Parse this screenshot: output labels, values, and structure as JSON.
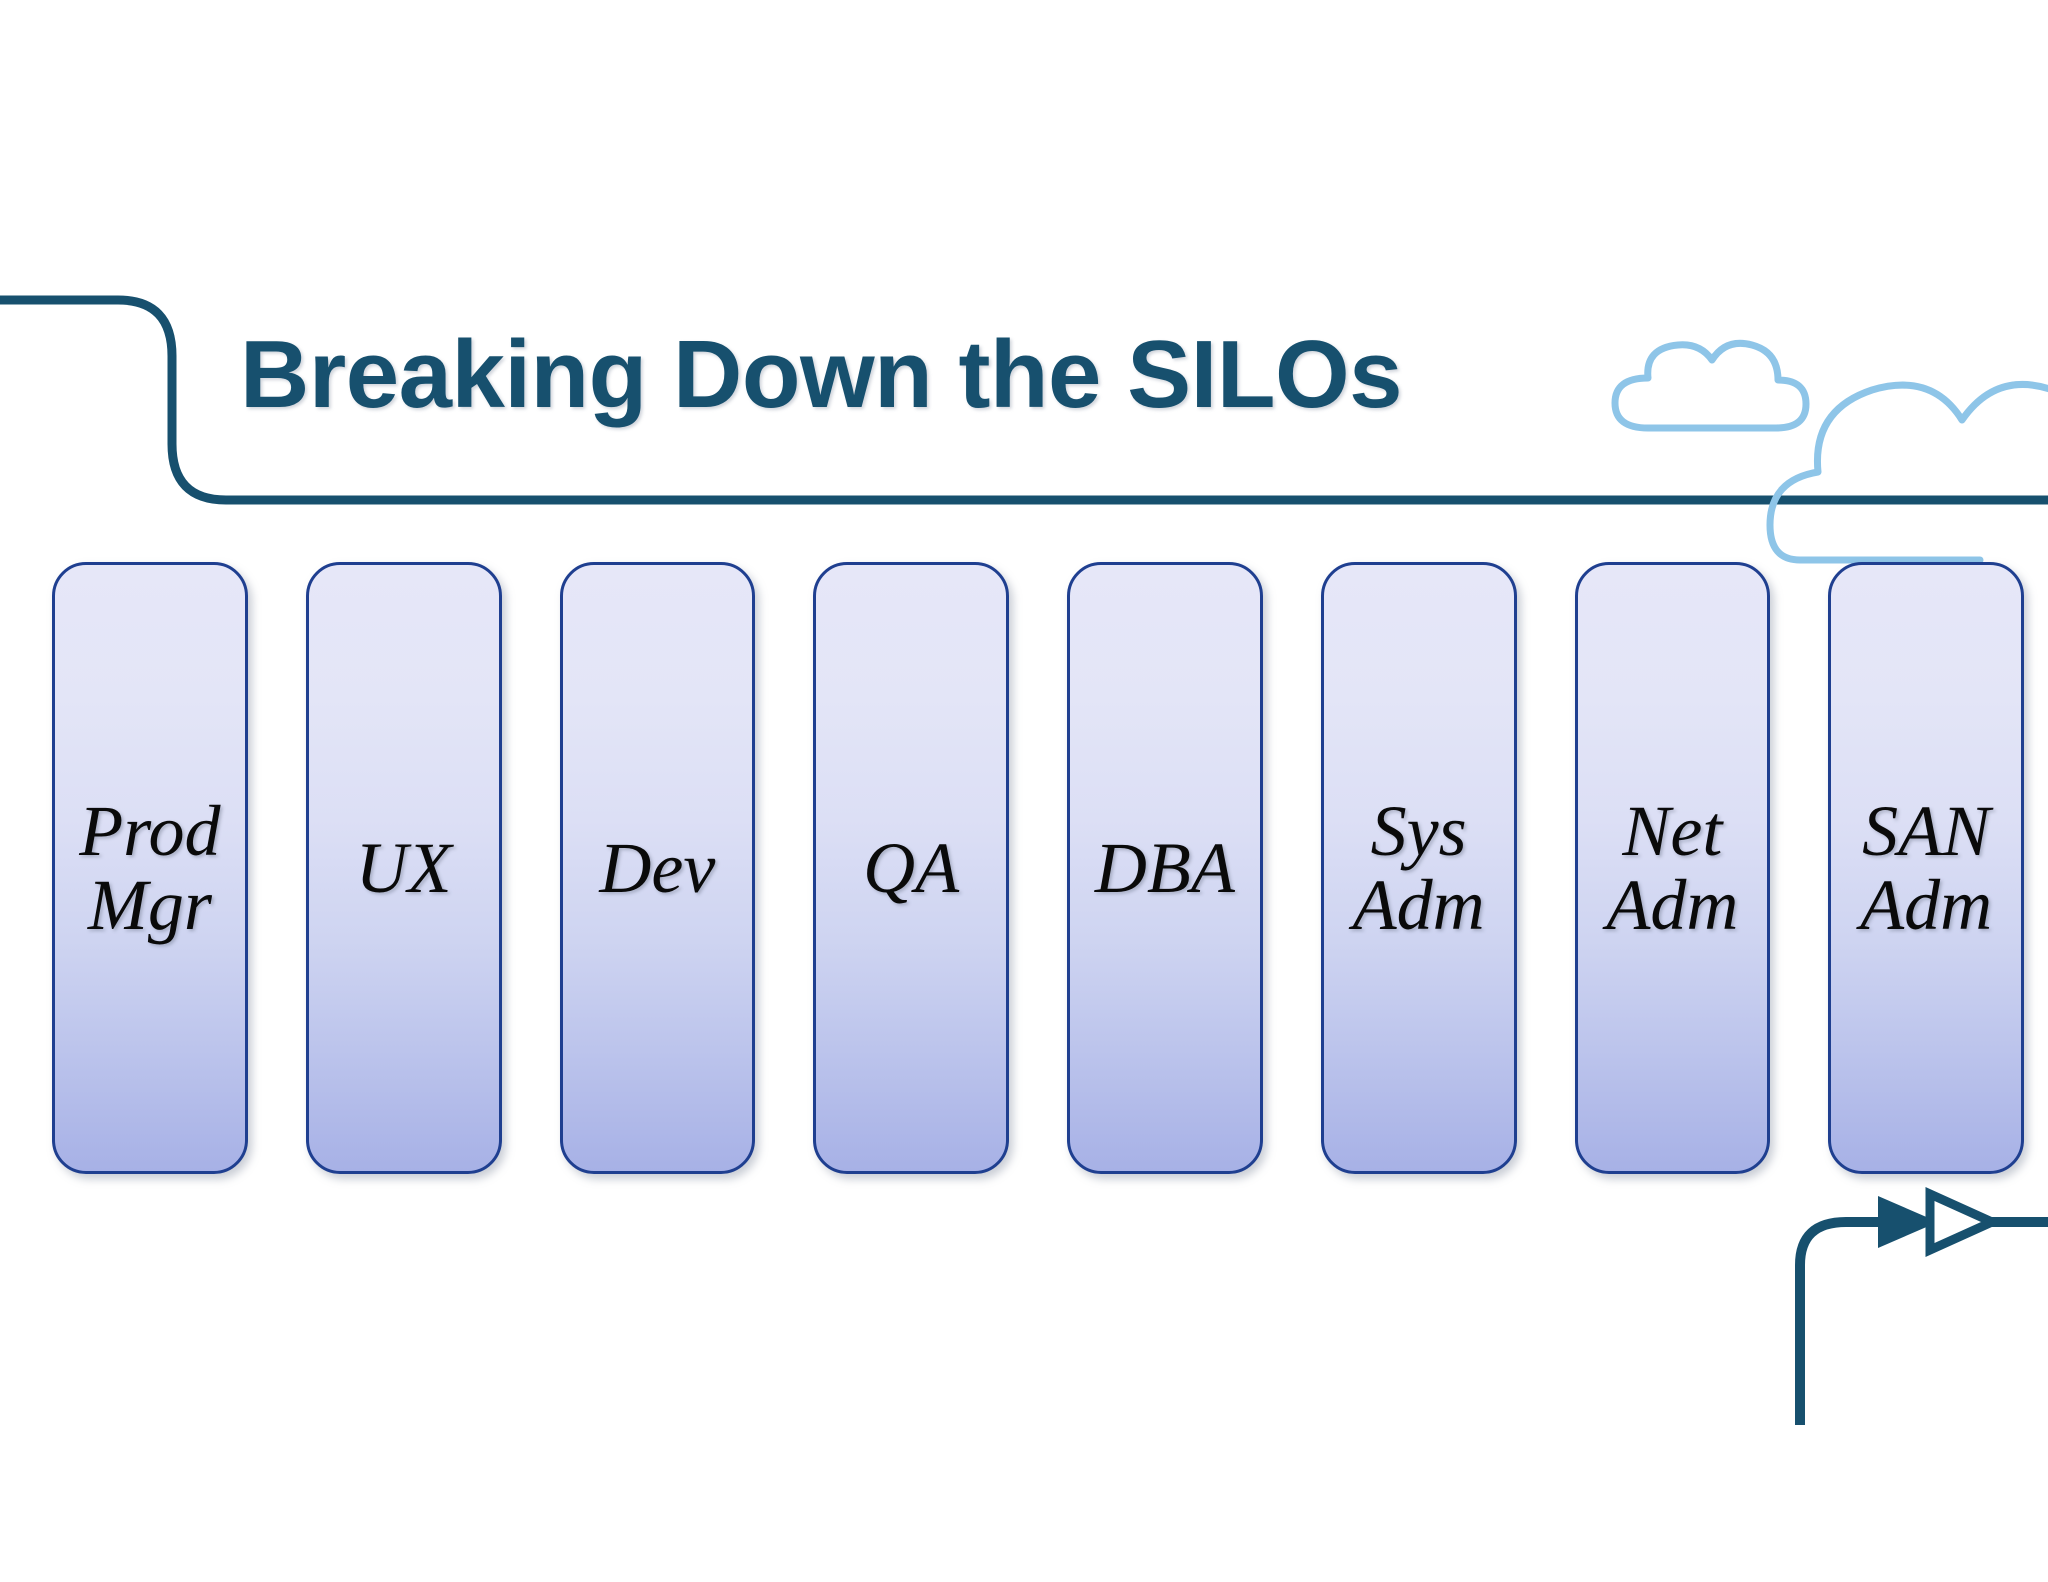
{
  "slide": {
    "title": "Breaking Down the SILOs",
    "background_color": "#ffffff",
    "title_color": "#17506e",
    "accent_line_color": "#17506e",
    "cloud_outline_color": "#8ec5e8",
    "silo_border_color": "#1f3f90",
    "silo_fill_top_color": "#e6e7f8",
    "silo_fill_bottom_color": "#a7b1e6",
    "silo_text_color": "#0a0a0a"
  },
  "silos": [
    {
      "label": "Prod\nMgr",
      "name": "product-manager"
    },
    {
      "label": "UX",
      "name": "user-experience"
    },
    {
      "label": "Dev",
      "name": "developer"
    },
    {
      "label": "QA",
      "name": "quality-assurance"
    },
    {
      "label": "DBA",
      "name": "database-administrator"
    },
    {
      "label": "Sys\nAdm",
      "name": "system-administrator"
    },
    {
      "label": "Net\nAdm",
      "name": "network-administrator"
    },
    {
      "label": "SAN\nAdm",
      "name": "san-administrator"
    }
  ],
  "decorations": {
    "top_bracket": "rounded-corner-rule",
    "clouds": [
      "cloud-small",
      "cloud-large"
    ],
    "bottom_arrow": "corner-line-with-two-arrowheads",
    "arrowhead_filled": "solid-right-arrow",
    "arrowhead_outline": "hollow-right-arrow"
  }
}
